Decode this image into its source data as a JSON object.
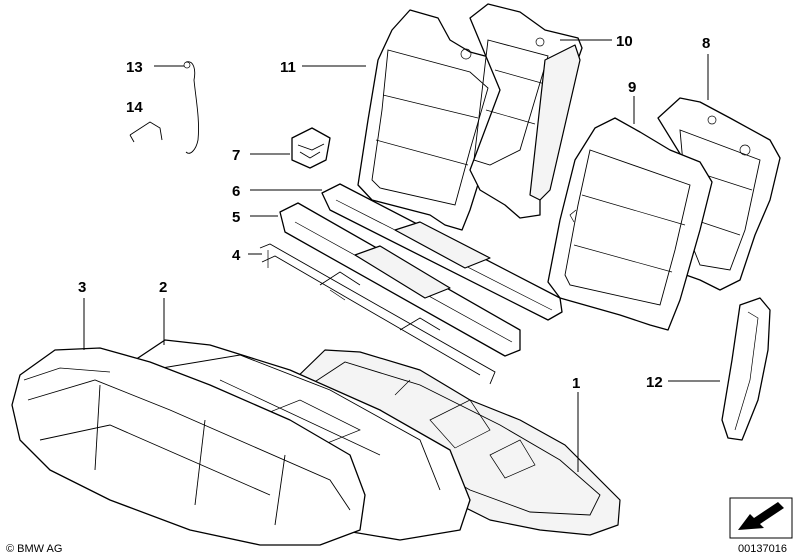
{
  "callouts": [
    {
      "number": "1"
    },
    {
      "number": "2"
    },
    {
      "number": "3"
    },
    {
      "number": "4"
    },
    {
      "number": "5"
    },
    {
      "number": "6"
    },
    {
      "number": "7"
    },
    {
      "number": "8"
    },
    {
      "number": "9"
    },
    {
      "number": "10"
    },
    {
      "number": "11"
    },
    {
      "number": "12"
    },
    {
      "number": "13"
    },
    {
      "number": "14"
    }
  ],
  "footer": {
    "copyright": "© BMW AG",
    "diagram_code": "00137016"
  },
  "icons": {
    "arrow": "direction-arrow-icon"
  }
}
